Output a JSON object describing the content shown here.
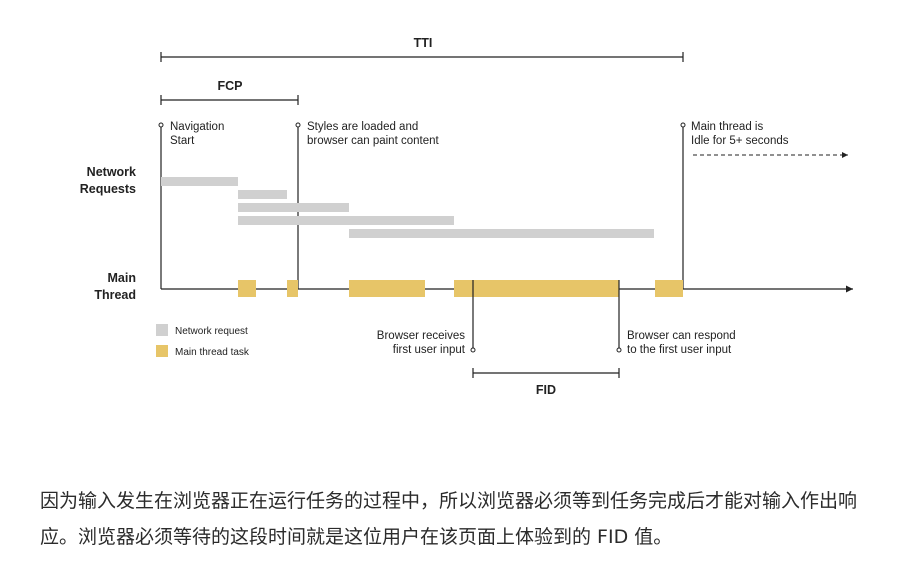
{
  "colors": {
    "network_request": "#d0d0d0",
    "main_thread_task": "#e7c568",
    "line": "#222222"
  },
  "brackets": {
    "tti": "TTI",
    "fcp": "FCP",
    "fid": "FID"
  },
  "rows": {
    "network": [
      "Network",
      "Requests"
    ],
    "main": [
      "Main",
      "Thread"
    ]
  },
  "markers": {
    "navigation": [
      "Navigation",
      "Start"
    ],
    "styles": [
      "Styles are loaded and",
      "browser can paint content"
    ],
    "idle": [
      "Main thread is",
      "Idle for 5+ seconds"
    ],
    "receives": [
      "Browser receives",
      "first user input"
    ],
    "respond": [
      "Browser can respond",
      "to the first user input"
    ]
  },
  "legend": {
    "network": "Network request",
    "task": "Main thread task"
  },
  "caption": "因为输入发生在浏览器正在运行任务的过程中，所以浏览器必须等到任务完成后才能对输入作出响应。浏览器必须等待的这段时间就是这位用户在该页面上体验到的 FID 值。"
}
